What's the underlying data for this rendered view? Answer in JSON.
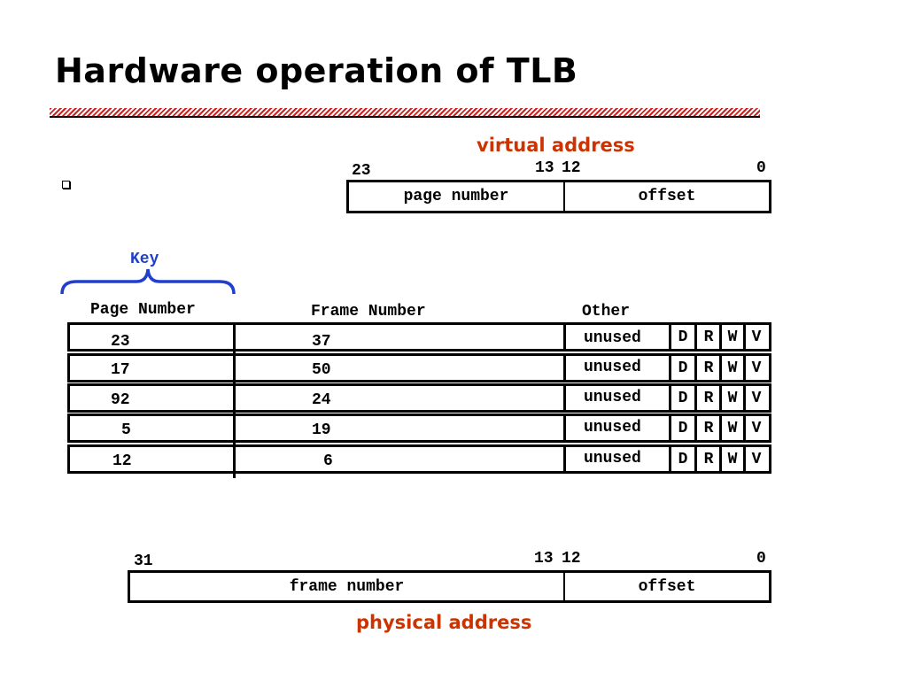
{
  "title": "Hardware operation of TLB",
  "virtual_address": {
    "label": "virtual address",
    "bit_high": "23",
    "bit_split_high": "13",
    "bit_split_low": "12",
    "bit_low": "0",
    "field_page": "page number",
    "field_offset": "offset"
  },
  "key_label": "Key",
  "table": {
    "headers": {
      "page": "Page Number",
      "frame": "Frame Number",
      "other": "Other"
    },
    "rows": [
      {
        "page": "23",
        "frame": "37",
        "other": "unused",
        "flags": [
          "D",
          "R",
          "W",
          "V"
        ]
      },
      {
        "page": "17",
        "frame": "50",
        "other": "unused",
        "flags": [
          "D",
          "R",
          "W",
          "V"
        ]
      },
      {
        "page": "92",
        "frame": "24",
        "other": "unused",
        "flags": [
          "D",
          "R",
          "W",
          "V"
        ]
      },
      {
        "page": "5",
        "frame": "19",
        "other": "unused",
        "flags": [
          "D",
          "R",
          "W",
          "V"
        ]
      },
      {
        "page": "12",
        "frame": "6",
        "other": "unused",
        "flags": [
          "D",
          "R",
          "W",
          "V"
        ]
      }
    ]
  },
  "physical_address": {
    "label": "physical address",
    "bit_high": "31",
    "bit_split_high": "13",
    "bit_split_low": "12",
    "bit_low": "0",
    "field_frame": "frame number",
    "field_offset": "offset"
  },
  "colors": {
    "red_label": "#cc3300",
    "key_blue": "#1f3fcc",
    "rule_red": "#cc2222"
  }
}
